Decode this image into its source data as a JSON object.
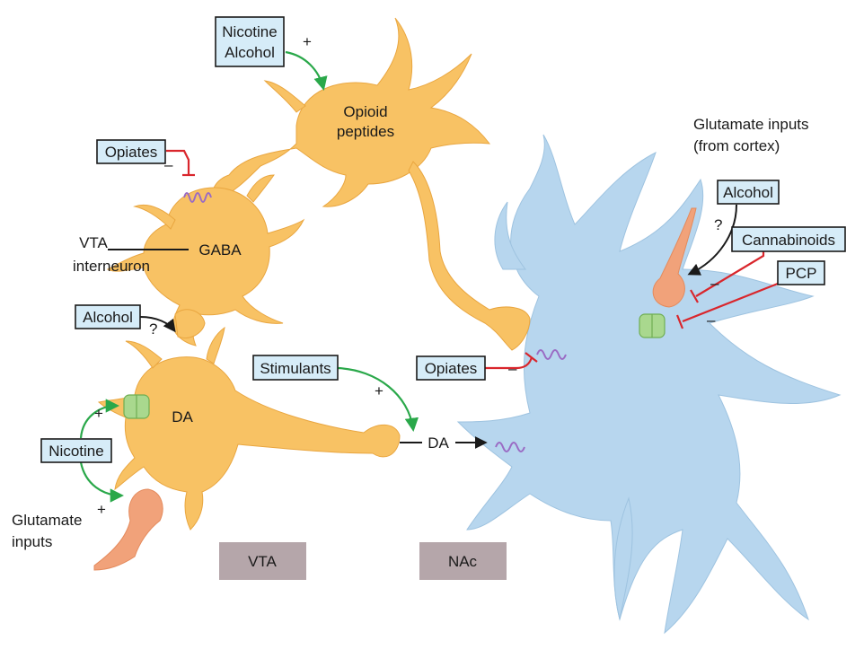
{
  "labels": {
    "nicotine_alcohol_top_line1": "Nicotine",
    "nicotine_alcohol_top_line2": "Alcohol",
    "opioid_line1": "Opioid",
    "opioid_line2": "peptides",
    "opiates_left": "Opiates",
    "vta_interneuron_line1": "VTA",
    "vta_interneuron_line2": "interneuron",
    "gaba": "GABA",
    "alcohol_left": "Alcohol",
    "da_cell": "DA",
    "nicotine_left": "Nicotine",
    "glutamate_left_line1": "Glutamate",
    "glutamate_left_line2": "inputs",
    "stimulants": "Stimulants",
    "da_arrow": "DA",
    "opiates_mid": "Opiates",
    "glutamate_right_line1": "Glutamate inputs",
    "glutamate_right_line2": "(from cortex)",
    "alcohol_right": "Alcohol",
    "cannabinoids": "Cannabinoids",
    "pcp": "PCP",
    "region_vta": "VTA",
    "region_nac": "NAc"
  },
  "signs": {
    "plus": "+",
    "minus": "–",
    "question": "?"
  },
  "colors": {
    "neuron_orange": "#f8c264",
    "neuron_blue": "#b7d6ee",
    "excitatory_green": "#2aa84a",
    "inhibitory_red": "#d9262c",
    "drug_box_fill": "#d6ecf8",
    "region_box_fill": "#b5a6aa"
  }
}
